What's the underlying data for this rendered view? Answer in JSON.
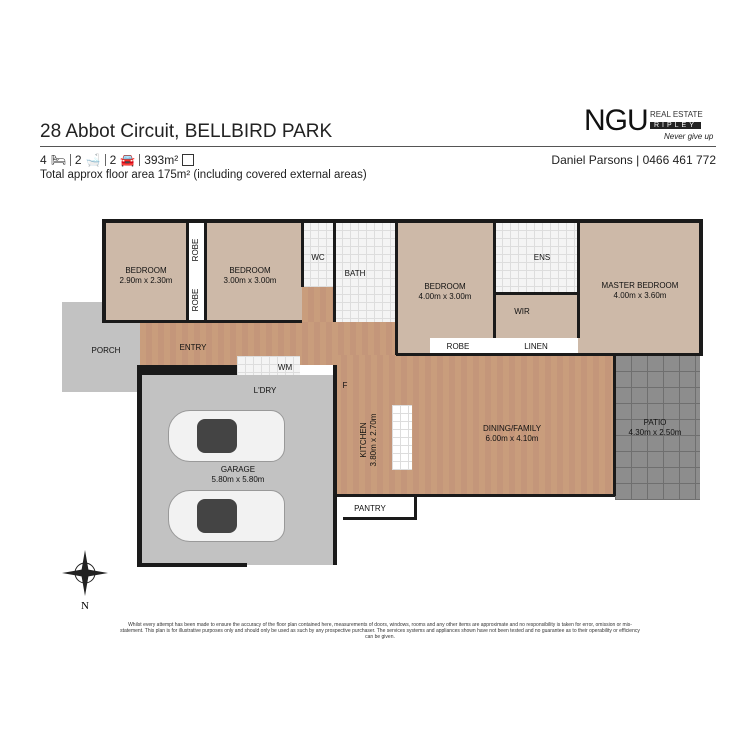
{
  "header": {
    "address": "28 Abbot Circuit, BELLBIRD PARK",
    "beds": "4",
    "baths": "2",
    "cars": "2",
    "land": "393m²",
    "floor_area": "Total approx floor area 175m² (including covered external areas)",
    "agent": "Daniel Parsons | 0466 461 772"
  },
  "logo": {
    "brand": "NGU",
    "line1": "REAL ESTATE",
    "line2": "RIPLEY",
    "tagline": "Never give up"
  },
  "rooms": {
    "bed1": {
      "name": "BEDROOM",
      "dims": "2.90m x 2.30m"
    },
    "bed2": {
      "name": "BEDROOM",
      "dims": "3.00m x 3.00m"
    },
    "bed3": {
      "name": "BEDROOM",
      "dims": "4.00m x 3.00m"
    },
    "master": {
      "name": "MASTER BEDROOM",
      "dims": "4.00m x 3.60m"
    },
    "robe1": "ROBE",
    "robe2": "ROBE",
    "robe3": "ROBE",
    "wc": "WC",
    "bath": "BATH",
    "ens": "ENS",
    "wir": "WIR",
    "linen": "LINEN",
    "porch": "PORCH",
    "entry": "ENTRY",
    "laundry": "L'DRY",
    "wm": "WM",
    "fridge": "F",
    "garage": {
      "name": "GARAGE",
      "dims": "5.80m x 5.80m"
    },
    "kitchen": {
      "name": "KITCHEN",
      "dims": "3.80m x 2.70m"
    },
    "dining": {
      "name": "DINING/FAMILY",
      "dims": "6.00m x 4.10m"
    },
    "patio": {
      "name": "PATIO",
      "dims": "4.30m x 2.50m"
    },
    "pantry": "PANTRY"
  },
  "compass": {
    "north": "N"
  },
  "disclaimer": "Whilst every attempt has been made to ensure the accuracy of the floor plan contained here, measurements of doors, windows, rooms and any other items are approximate and no responsibility is taken for error, omission or mis-statement. This plan is for illustrative purposes only and should only be used as such by any prospective purchaser. The services systems and appliances shown have not been tested and no guarantee as to their operability or efficiency can be given."
}
